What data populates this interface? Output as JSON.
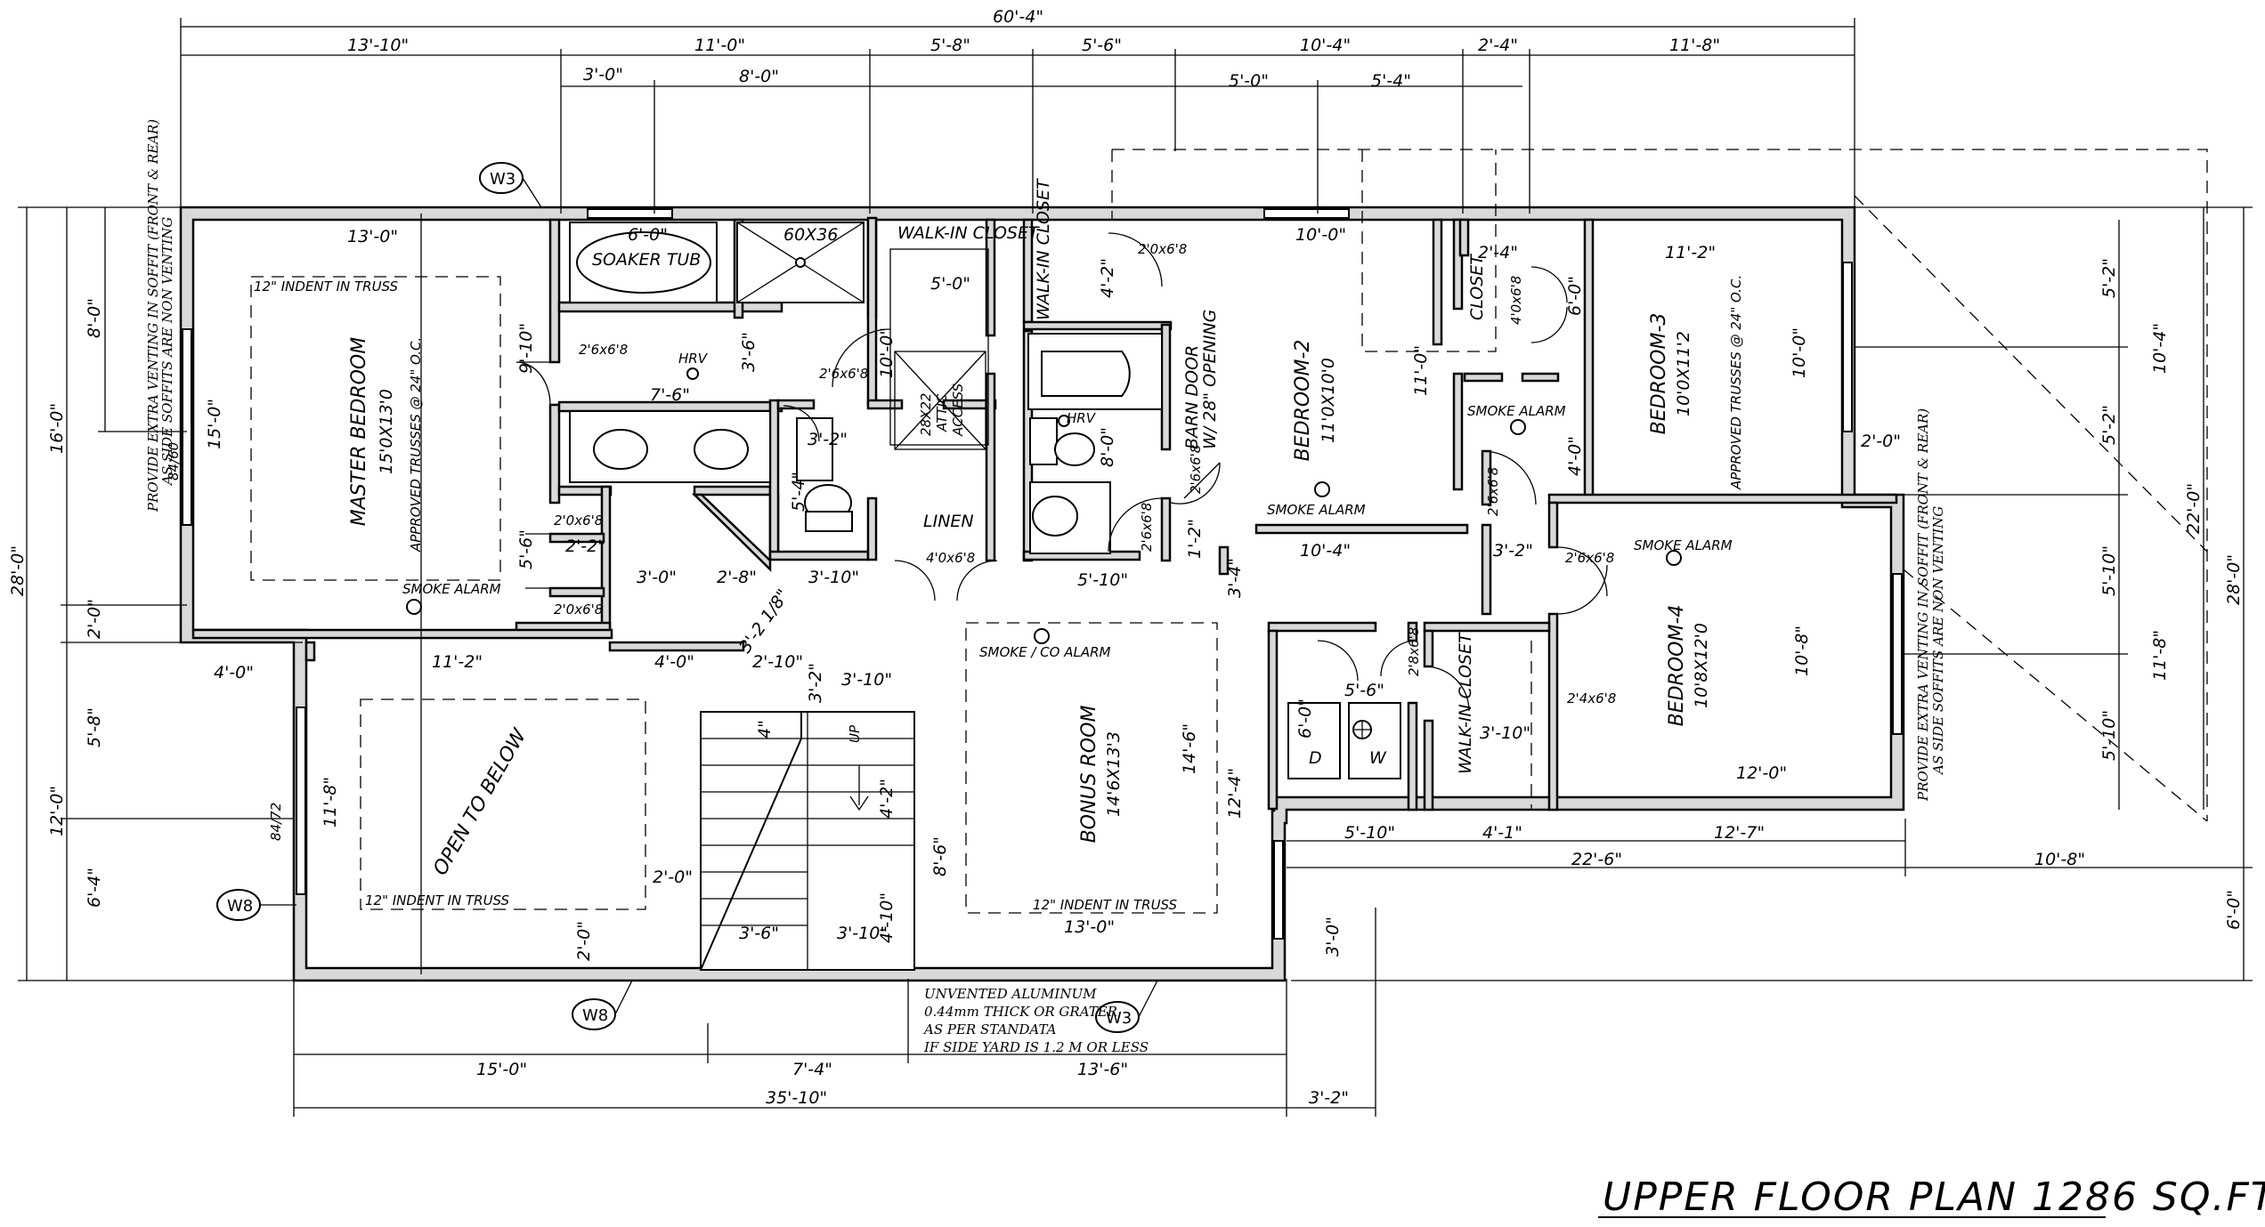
{
  "title": "UPPER FLOOR PLAN 1286 SQ.FT.",
  "rooms": {
    "master_bedroom": "MASTER BEDROOM",
    "master_size": "15'0X13'0",
    "bedroom2": "BEDROOM-2",
    "bedroom2_size": "11'0X10'0",
    "bedroom3": "BEDROOM-3",
    "bedroom3_size": "10'0X11'2",
    "bedroom4": "BEDROOM-4",
    "bedroom4_size": "10'8X12'0",
    "bonus_room": "BONUS ROOM",
    "bonus_size": "14'6X13'3",
    "open_to_below": "OPEN TO BELOW",
    "walkin_closet_top": "WALK-IN CLOSET",
    "walkin_closet_side": "WALK-IN CLOSET",
    "walkin_closet_b4": "WALK-IN CLOSET",
    "closet": "CLOSET",
    "linen": "LINEN",
    "soaker_tub": "SOAKER TUB",
    "shower": "60X36",
    "hrv": "HRV",
    "hrv2": "HRV",
    "attic_access": "28X22",
    "attic_access2": "ATTIC",
    "attic_access3": "ACCESS",
    "barn_door": "BARN DOOR",
    "barn_opening": "W/ 28\" OPENING",
    "washer": "W",
    "dryer": "D",
    "up": "UP"
  },
  "alarms": {
    "master": "SMOKE ALARM",
    "bedroom2": "SMOKE ALARM",
    "bedroom3": "SMOKE ALARM",
    "bedroom4": "SMOKE ALARM",
    "bonus": "SMOKE / CO ALARM"
  },
  "notes": {
    "indent_master": "12\" INDENT IN TRUSS",
    "indent_open": "12\" INDENT IN TRUSS",
    "indent_bonus": "12\" INDENT IN TRUSS",
    "trusses_master": "APPROVED TRUSSES @ 24\" O.C.",
    "trusses_b3": "APPROVED TRUSSES @ 24\" O.C.",
    "venting_left_1": "PROVIDE EXTRA VENTING IN SOFFIT (FRONT & REAR)",
    "venting_left_2": "AS SIDE SOFFITS ARE NON VENTING",
    "venting_right_1": "PROVIDE EXTRA VENTING IN SOFFIT (FRONT & REAR)",
    "venting_right_2": "AS SIDE SOFFITS ARE NON VENTING",
    "aluminum_1": "UNVENTED ALUMINUM",
    "aluminum_2": "0.44mm THICK OR GRATER",
    "aluminum_3": "AS PER STANDATA",
    "aluminum_4": "IF SIDE YARD IS 1.2 M OR LESS",
    "window_8460": "84/60",
    "window_8472": "84/72"
  },
  "tags": {
    "w3_top": "W3",
    "w8_left": "W8",
    "w8_bottom": "W8",
    "w3_bottom": "W3"
  },
  "doors": {
    "d1": "2'6x6'8",
    "d2": "2'6x6'8",
    "d3": "2'0x6'8",
    "d4": "2'0x6'8",
    "d5": "4'0x6'8",
    "d6": "2'6x6'8",
    "d7": "2'0x6'8",
    "d8": "2'6x6'8",
    "d9": "4'0x6'8",
    "d10": "2'6x6'8",
    "d11": "2'6x6'8",
    "d12": "2'8x6'8",
    "d13": "2'4x6'8"
  },
  "dims": {
    "overall_width": "60'-4\"",
    "top_1": "13'-10\"",
    "top_2": "11'-0\"",
    "top_3": "5'-8\"",
    "top_4": "5'-6\"",
    "top_5": "10'-4\"",
    "top_6": "2'-4\"",
    "top_7": "11'-8\"",
    "top2_1": "3'-0\"",
    "top2_2": "8'-0\"",
    "top2_3": "5'-0\"",
    "top2_4": "5'-4\"",
    "left_1": "28'-0\"",
    "left_2": "16'-0\"",
    "left_3": "12'-0\"",
    "left_4": "8'-0\"",
    "left_5": "2'-0\"",
    "left_6": "5'-8\"",
    "left_7": "6'-4\"",
    "right_1": "28'-0\"",
    "right_2": "22'-0\"",
    "right_3": "6'-0\"",
    "right_4": "5'-2\"",
    "right_5": "10'-4\"",
    "right_6": "5'-2\"",
    "right_7": "5'-10\"",
    "right_8": "11'-8\"",
    "right_9": "5'-10\"",
    "bottom_1": "15'-0\"",
    "bottom_2": "7'-4\"",
    "bottom_3": "13'-6\"",
    "bottom_4": "35'-10\"",
    "bottom_5": "3'-2\"",
    "mb_w": "13'-0\"",
    "mb_h": "15'-0\"",
    "mb_side": "9'-10\"",
    "mb_side2": "5'-6\"",
    "tub": "6'-0\"",
    "bath_w": "7'-6\"",
    "bath_3_6": "3'-6\"",
    "wic_w": "5'-0\"",
    "wic_h": "10'-0\"",
    "wc_3_2": "3'-2\"",
    "wc_5_4": "5'-4\"",
    "wc_3_10": "3'-10\"",
    "hall_2_2": "2'-2\"",
    "hall_3_0": "3'-0\"",
    "hall_2_8": "2'-8\"",
    "otb_11_2": "11'-2\"",
    "otb_4_0": "4'-0\"",
    "otb_4_0b": "4'-0\"",
    "otb_11_8": "11'-8\"",
    "otb_2_0": "2'-0\"",
    "otb_2_0b": "2'-0\"",
    "stair_2_10": "2'-10\"",
    "stair_3_2": "3'-2\"",
    "stair_3_10": "3'-10\"",
    "stair_3_2b": "3'-2 1/8\"",
    "stair_4": "4\"",
    "stair_4_2": "4'-2\"",
    "stair_8_6": "8'-6\"",
    "stair_3_6": "3'-6\"",
    "stair_3_10b": "3'-10\"",
    "stair_4_10": "4'-10\"",
    "bath2_4_2": "4'-2\"",
    "bath2_8_0": "8'-0\"",
    "bath2_5_10": "5'-10\"",
    "b2_w": "10'-0\"",
    "b2_h": "11'-0\"",
    "b2_10_4": "10'-4\"",
    "cl_2_4": "2'-4\"",
    "cl_6_0": "6'-0\"",
    "cl_4_0": "4'-0\"",
    "b3_w": "11'-2\"",
    "b3_h": "10'-0\"",
    "b3_2_0": "2'-0\"",
    "b4_3_2": "3'-2\"",
    "b4_w": "12'-0\"",
    "b4_h": "10'-8\"",
    "bonus_h": "14'-6\"",
    "bonus_w": "13'-0\"",
    "bonus_12_4": "12'-4\"",
    "bonus_3_4": "3'-4\"",
    "bonus_1_2": "1'-2\"",
    "laun_5_6": "5'-6\"",
    "laun_6_0": "6'-0\"",
    "laun_3_10": "3'-10\"",
    "low_5_10": "5'-10\"",
    "low_4_1": "4'-1\"",
    "low_12_7": "12'-7\"",
    "low_22_6": "22'-6\"",
    "low_10_8": "10'-8\"",
    "low_3_0": "3'-0\""
  }
}
